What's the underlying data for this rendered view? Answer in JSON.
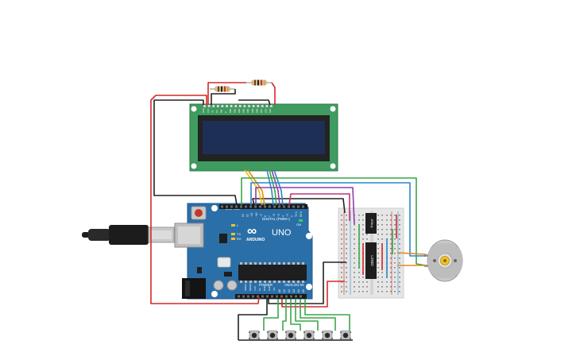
{
  "arduino": {
    "brand_mark": "∞",
    "logo_text": "ARDUINO",
    "model": "UNO",
    "digital_label": "DIGITAL (PWM~)",
    "power_label": "POWER",
    "analog_label": "ANALOG IN",
    "led_labels": [
      "L",
      "TX",
      "RX"
    ],
    "on_label": "ON",
    "aref_label": "AREF",
    "gnd_label": "GND",
    "digital_pins": [
      "13",
      "12",
      "~11",
      "~10",
      "~9",
      "8",
      "7",
      "~6",
      "~5",
      "4",
      "~3",
      "2",
      "TX 1",
      "RX 0"
    ],
    "power_pins": [
      "IOREF",
      "RESET",
      "3.3V",
      "5V",
      "GND",
      "GND",
      "Vin"
    ],
    "analog_pins": [
      "A0",
      "A1",
      "A2",
      "A3",
      "A4",
      "A5"
    ]
  },
  "breadboard": {
    "ic_top_label": "ATtiny",
    "ic_bottom_label": "L293D"
  },
  "lcd": {
    "pin_labels": [
      "GND",
      "VCC",
      "V0",
      "RS",
      "RW",
      "E",
      "DB0",
      "DB1",
      "DB2",
      "DB3",
      "DB4",
      "DB5",
      "DB6",
      "DB7",
      "LED",
      "LED"
    ]
  },
  "colors": {
    "board": "#2b6fa8",
    "lcd_pcb": "#3f9b5f",
    "lcd_screen": "#1e2f56",
    "breadboard": "#e6e6e6",
    "wire_red": "#d62828",
    "wire_black": "#222222",
    "wire_green": "#3aa64a",
    "wire_blue": "#2a86c8",
    "wire_purple": "#8e3fa8",
    "wire_magenta": "#c4347a",
    "wire_yellow": "#e8c020",
    "wire_orange": "#e08a1c"
  },
  "icons": {
    "usb_plug": "usb-plug-icon",
    "motor": "dc-motor-icon",
    "button": "pushbutton-icon",
    "resistor": "resistor-icon"
  }
}
